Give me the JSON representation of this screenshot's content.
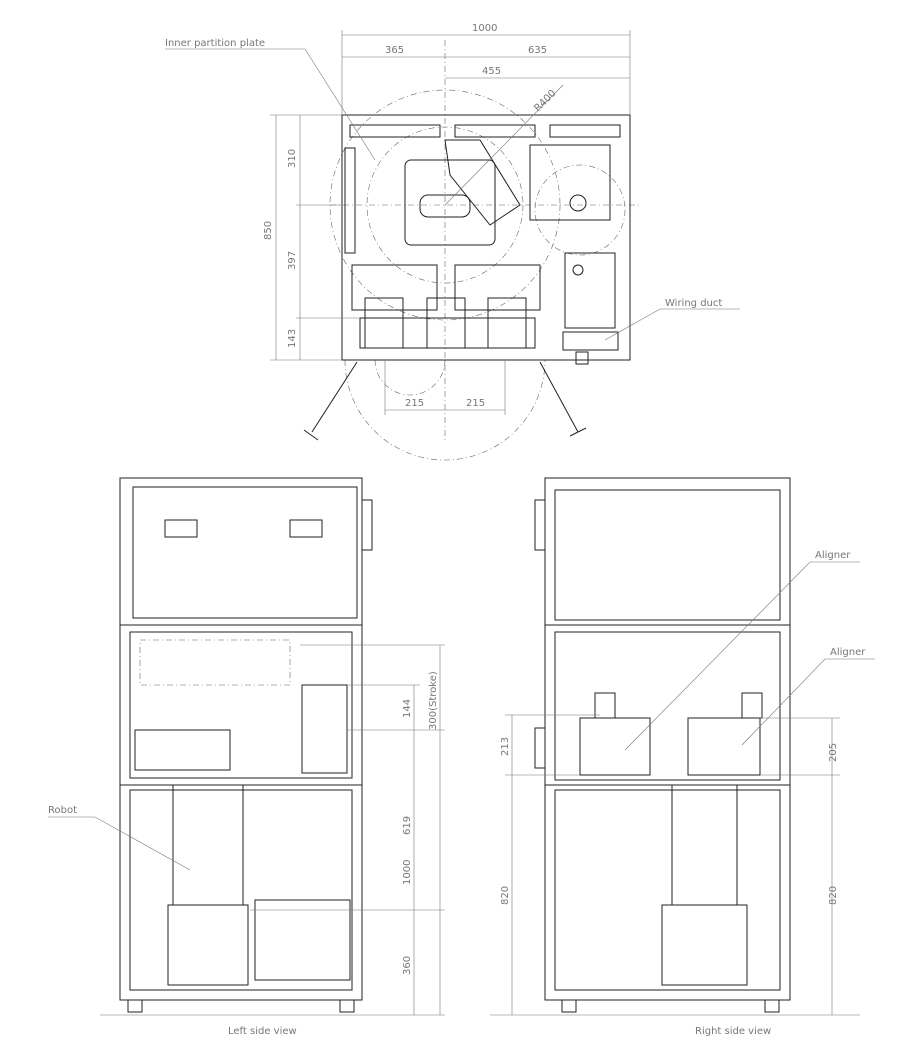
{
  "top_view": {
    "dims": {
      "overall_width": "1000",
      "left_width": "365",
      "right_width": "635",
      "robot_offset": "455",
      "radius": "R400",
      "overall_depth": "850",
      "depth_top": "310",
      "depth_mid": "397",
      "depth_bottom": "143",
      "port_pitch_left": "215",
      "port_pitch_right": "215"
    },
    "labels": {
      "inner_partition": "Inner partition plate",
      "wiring_duct": "Wiring duct"
    }
  },
  "left_view": {
    "caption": "Left side view",
    "label_robot": "Robot",
    "dims": {
      "d144": "144",
      "stroke": "300(Stroke)",
      "d619": "619",
      "d1000": "1000",
      "d360": "360"
    }
  },
  "right_view": {
    "caption": "Right side view",
    "label_aligner_1": "Aligner",
    "label_aligner_2": "Aligner",
    "dims": {
      "d213": "213",
      "d820_left": "820",
      "d205": "205",
      "d820_right": "820"
    }
  }
}
